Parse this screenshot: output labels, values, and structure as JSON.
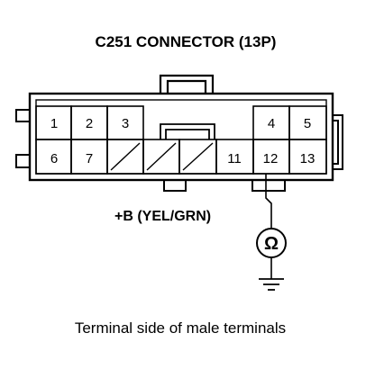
{
  "diagram": {
    "title": "C251 CONNECTOR (13P)",
    "caption": "Terminal side of male terminals",
    "wire_label": "+B (YEL/GRN)",
    "meter_symbol": "Ω",
    "terminals": {
      "t1": "1",
      "t2": "2",
      "t3": "3",
      "t4": "4",
      "t5": "5",
      "t6": "6",
      "t7": "7",
      "t11": "11",
      "t12": "12",
      "t13": "13"
    }
  }
}
